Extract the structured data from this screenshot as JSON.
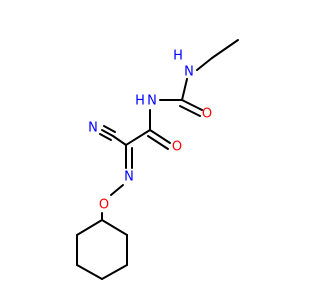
{
  "colors": {
    "bond": "#000000",
    "nitrogen": "#0000ff",
    "oxygen": "#ff0000",
    "background": "#ffffff"
  },
  "atoms": {
    "amine_ethyl": {
      "text": "N",
      "hydrogen": "H",
      "element": "N"
    },
    "amine_mid": {
      "text": "N",
      "hydrogen": "H",
      "element": "N"
    },
    "urea_oxygen": {
      "text": "O",
      "element": "O"
    },
    "amide_oxygen": {
      "text": "O",
      "element": "O"
    },
    "nitrile_nitrogen": {
      "text": "N",
      "element": "N"
    },
    "oxime_nitrogen": {
      "text": "N",
      "element": "N"
    },
    "ether_oxygen": {
      "text": "O",
      "element": "O"
    }
  }
}
